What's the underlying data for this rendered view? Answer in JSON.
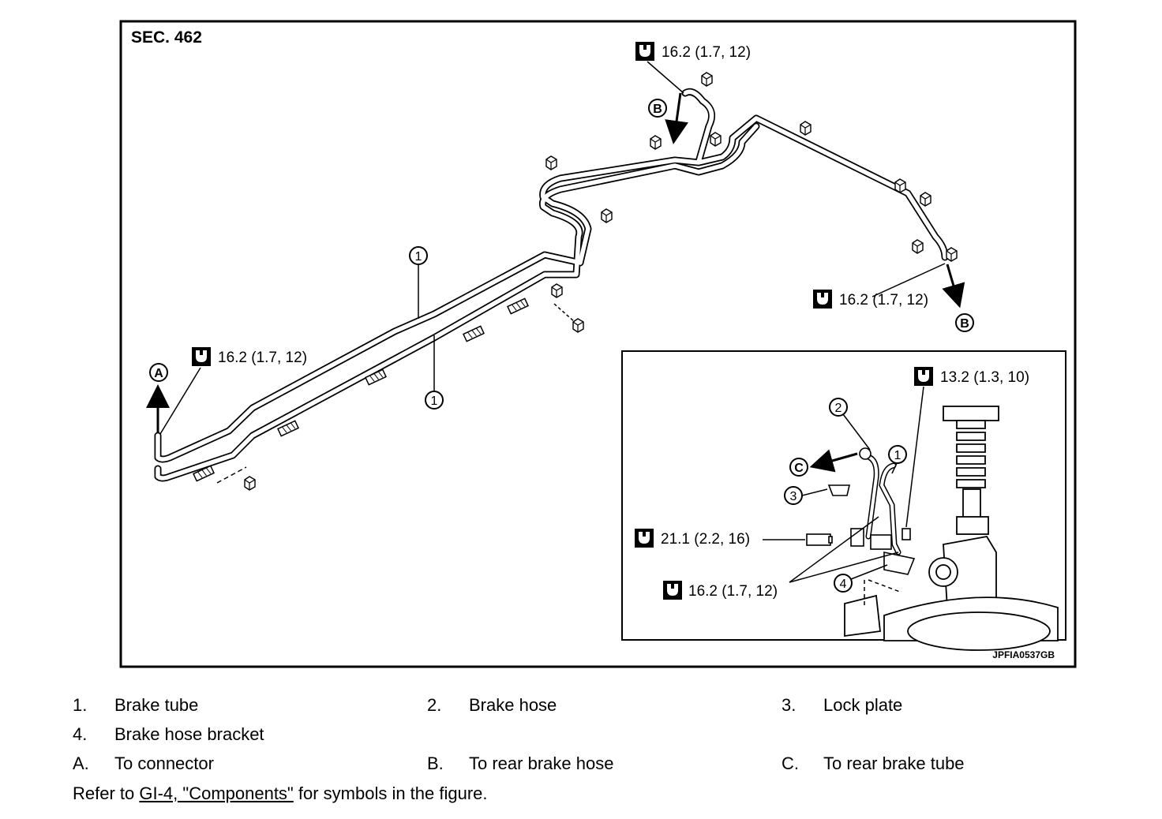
{
  "figure": {
    "section": "SEC. 462",
    "code": "JPFIA0537GB",
    "torques": {
      "t_top": "16.2 (1.7, 12)",
      "t_right": "16.2 (1.7, 12)",
      "t_left": "16.2 (1.7, 12)",
      "t_inset_top": "13.2 (1.3, 10)",
      "t_inset_bolt": "21.1 (2.2, 16)",
      "t_inset_bottom": "16.2 (1.7, 12)"
    },
    "callouts": {
      "one": "1",
      "two": "2",
      "three": "3",
      "four": "4",
      "A": "A",
      "B": "B",
      "C": "C"
    }
  },
  "legend": {
    "rows": [
      [
        {
          "index": "1.",
          "text": "Brake tube"
        },
        {
          "index": "2.",
          "text": "Brake hose"
        },
        {
          "index": "3.",
          "text": "Lock plate"
        }
      ],
      [
        {
          "index": "4.",
          "text": "Brake hose bracket"
        }
      ],
      [
        {
          "index": "A.",
          "text": "To connector"
        },
        {
          "index": "B.",
          "text": "To rear brake hose"
        },
        {
          "index": "C.",
          "text": "To rear brake tube"
        }
      ]
    ],
    "reference": {
      "prefix": "Refer to ",
      "link": "GI-4, \"Components\"",
      "suffix": " for symbols in the figure."
    }
  }
}
